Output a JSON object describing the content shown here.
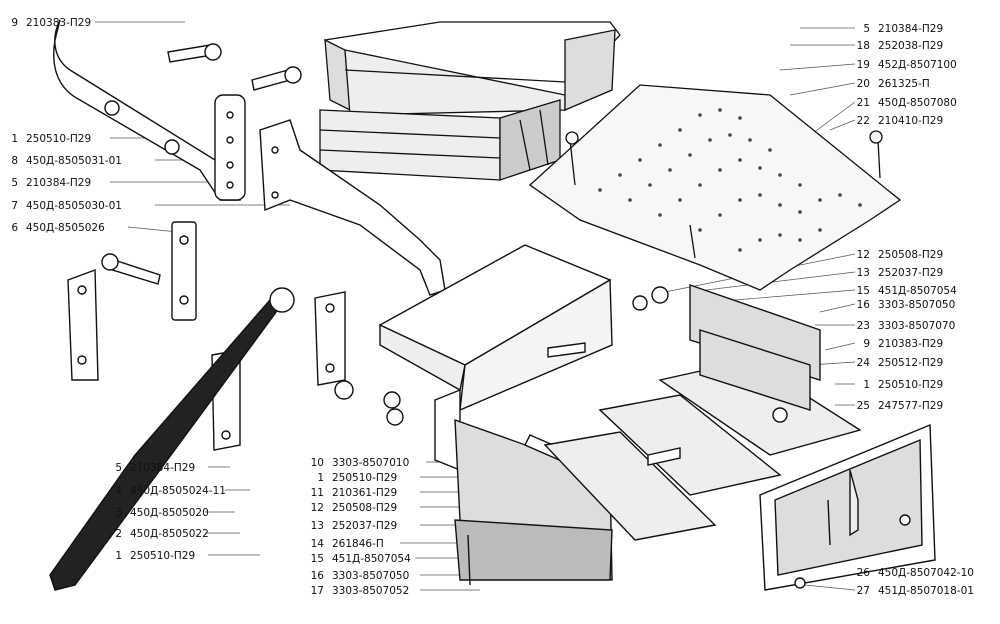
{
  "labels_left_top": [
    {
      "num": "9",
      "code": "210383-П29"
    },
    {
      "num": "1",
      "code": "250510-П29"
    },
    {
      "num": "8",
      "code": "450Д-8505031-01"
    },
    {
      "num": "5",
      "code": "210384-П29"
    },
    {
      "num": "7",
      "code": "450Д-8505030-01"
    },
    {
      "num": "6",
      "code": "450Д-8505026"
    }
  ],
  "labels_left_bottom": [
    {
      "num": "5",
      "code": "210384-П29"
    },
    {
      "num": "4",
      "code": "450Д-8505024-11"
    },
    {
      "num": "3",
      "code": "450Д-8505020"
    },
    {
      "num": "2",
      "code": "450Д-8505022"
    },
    {
      "num": "1",
      "code": "250510-П29"
    }
  ],
  "labels_center_bottom": [
    {
      "num": "10",
      "code": "3303-8507010"
    },
    {
      "num": "1",
      "code": "250510-П29"
    },
    {
      "num": "11",
      "code": "210361-П29"
    },
    {
      "num": "12",
      "code": "250508-П29"
    },
    {
      "num": "13",
      "code": "252037-П29"
    },
    {
      "num": "14",
      "code": "261846-П"
    },
    {
      "num": "15",
      "code": "451Д-8507054"
    },
    {
      "num": "16",
      "code": "3303-8507050"
    },
    {
      "num": "17",
      "code": "3303-8507052"
    }
  ],
  "labels_right_top": [
    {
      "num": "5",
      "code": "210384-П29"
    },
    {
      "num": "18",
      "code": "252038-П29"
    },
    {
      "num": "19",
      "code": "452Д-8507100"
    },
    {
      "num": "20",
      "code": "261325-П"
    },
    {
      "num": "21",
      "code": "450Д-8507080"
    },
    {
      "num": "22",
      "code": "210410-П29"
    }
  ],
  "labels_right_mid": [
    {
      "num": "12",
      "code": "250508-П29"
    },
    {
      "num": "13",
      "code": "252037-П29"
    },
    {
      "num": "15",
      "code": "451Д-8507054"
    },
    {
      "num": "16",
      "code": "3303-8507050"
    },
    {
      "num": "23",
      "code": "3303-8507070"
    },
    {
      "num": "9",
      "code": "210383-П29"
    },
    {
      "num": "24",
      "code": "250512-П29"
    },
    {
      "num": "1",
      "code": "250510-П29"
    },
    {
      "num": "25",
      "code": "247577-П29"
    }
  ],
  "labels_right_bottom": [
    {
      "num": "26",
      "code": "450Д-8507042-10"
    },
    {
      "num": "27",
      "code": "451Д-8507018-01"
    }
  ],
  "colors": {
    "ink": "#111111",
    "paper": "#ffffff",
    "wood": "#8a8a8a",
    "leader": "#555555"
  }
}
